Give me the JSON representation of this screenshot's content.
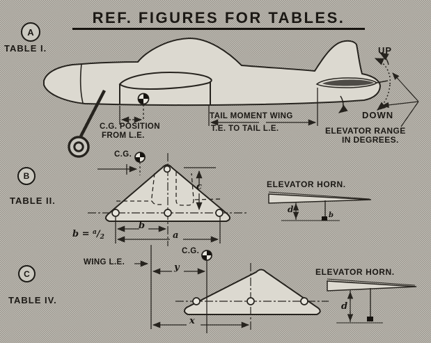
{
  "title": "REF. FIGURES FOR TABLES.",
  "colors": {
    "paper": "#dcd9d0",
    "ink": "#26231e",
    "halftone_base": "#c3c0b8",
    "halftone_dot": "#98958d",
    "elevator_core": "#4e4b46"
  },
  "figure_a": {
    "badge": "A",
    "table_label": "TABLE I.",
    "cg_position_line1": "C.G. POSITION",
    "cg_position_line2": "FROM L.E.",
    "tail_moment_line1": "TAIL MOMENT WING",
    "tail_moment_line2": "T.E. TO TAIL L.E.",
    "up_label": "UP",
    "down_label": "DOWN",
    "elevator_range_line1": "ELEVATOR RANGE",
    "elevator_range_line2": "IN DEGREES."
  },
  "figure_b": {
    "badge": "B",
    "table_label": "TABLE II.",
    "cg_label": "C.G.",
    "dim_c": "c",
    "dim_b": "b",
    "dim_a": "a",
    "formula_lhs": "b = ",
    "formula_num": "a",
    "formula_slash": "/",
    "formula_den": "2",
    "elevator_horn_label": "ELEVATOR HORN.",
    "horn_dim_d": "d",
    "horn_dim_b": "b"
  },
  "figure_c": {
    "badge": "C",
    "table_label": "TABLE IV.",
    "wing_le_label": "WING L.E.",
    "cg_label": "C.G.",
    "dim_y": "y",
    "dim_x": "x",
    "elevator_horn_label": "ELEVATOR HORN.",
    "horn_dim_d": "d"
  }
}
